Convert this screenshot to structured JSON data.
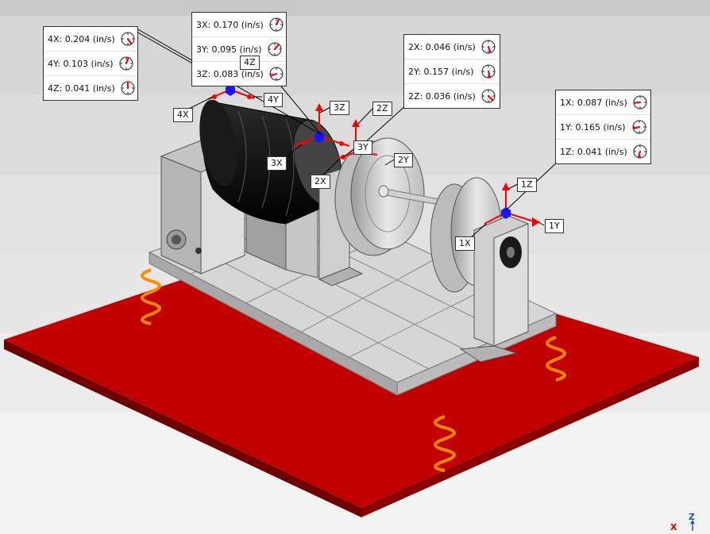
{
  "callouts": {
    "p4": [
      {
        "label": "4X: 0.204 (in/s)",
        "angle": 145
      },
      {
        "label": "4Y: 0.103 (in/s)",
        "angle": 20
      },
      {
        "label": "4Z: 0.041 (in/s)",
        "angle": 0
      }
    ],
    "p3": [
      {
        "label": "3X: 0.170 (in/s)",
        "angle": 25
      },
      {
        "label": "3Y: 0.095 (in/s)",
        "angle": 40
      },
      {
        "label": "3Z: 0.083 (in/s)",
        "angle": 250
      }
    ],
    "p2": [
      {
        "label": "2X: 0.046 (in/s)",
        "angle": 160
      },
      {
        "label": "2Y: 0.157 (in/s)",
        "angle": 165
      },
      {
        "label": "2Z: 0.036 (in/s)",
        "angle": 135
      }
    ],
    "p1": [
      {
        "label": "1X: 0.087 (in/s)",
        "angle": 265
      },
      {
        "label": "1Y: 0.165 (in/s)",
        "angle": 255
      },
      {
        "label": "1Z: 0.041 (in/s)",
        "angle": 195
      }
    ]
  },
  "axis_tags": {
    "t4x": "4X",
    "t4y": "4Y",
    "t4z": "4Z",
    "t3x": "3X",
    "t3y": "3Y",
    "t3z": "3Z",
    "t2x": "2X",
    "t2y": "2Y",
    "t2z": "2Z",
    "t1x": "1X",
    "t1y": "1Y",
    "t1z": "1Z"
  },
  "triad": {
    "z": "Z",
    "x": "X"
  },
  "colors": {
    "axis": "#ff0000",
    "node": "#1515ff",
    "base": "#c20000",
    "spring": "#ff8a00",
    "skid": "#d6d6d6"
  }
}
